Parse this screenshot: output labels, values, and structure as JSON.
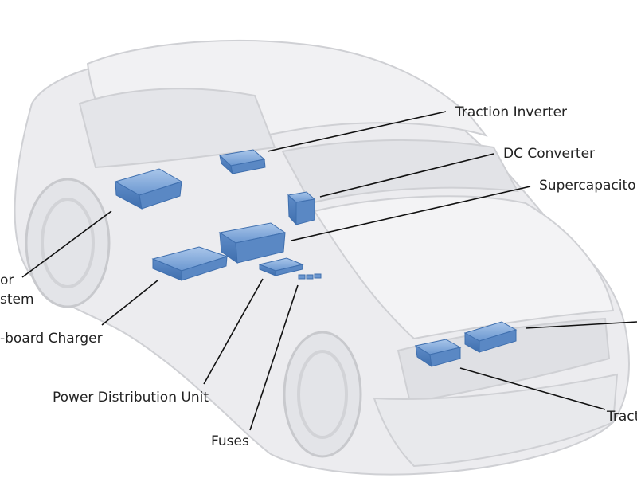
{
  "labels": {
    "traction_inverter": "Traction Inverter",
    "dc_converter": "DC Converter",
    "supercapacitor": "Supercapacitor",
    "motor_system_line1": "or",
    "motor_system_line2": "stem",
    "onboard_charger": "-board Charger",
    "power_distribution_unit": "Power Distribution Unit",
    "fuses": "Fuses",
    "traction_front": "Tract"
  },
  "colors": {
    "car_body": "#ececef",
    "car_edge": "#c9cace",
    "component": "#7da4d6",
    "component_dark": "#3f6fae",
    "leader_line": "#111111"
  }
}
